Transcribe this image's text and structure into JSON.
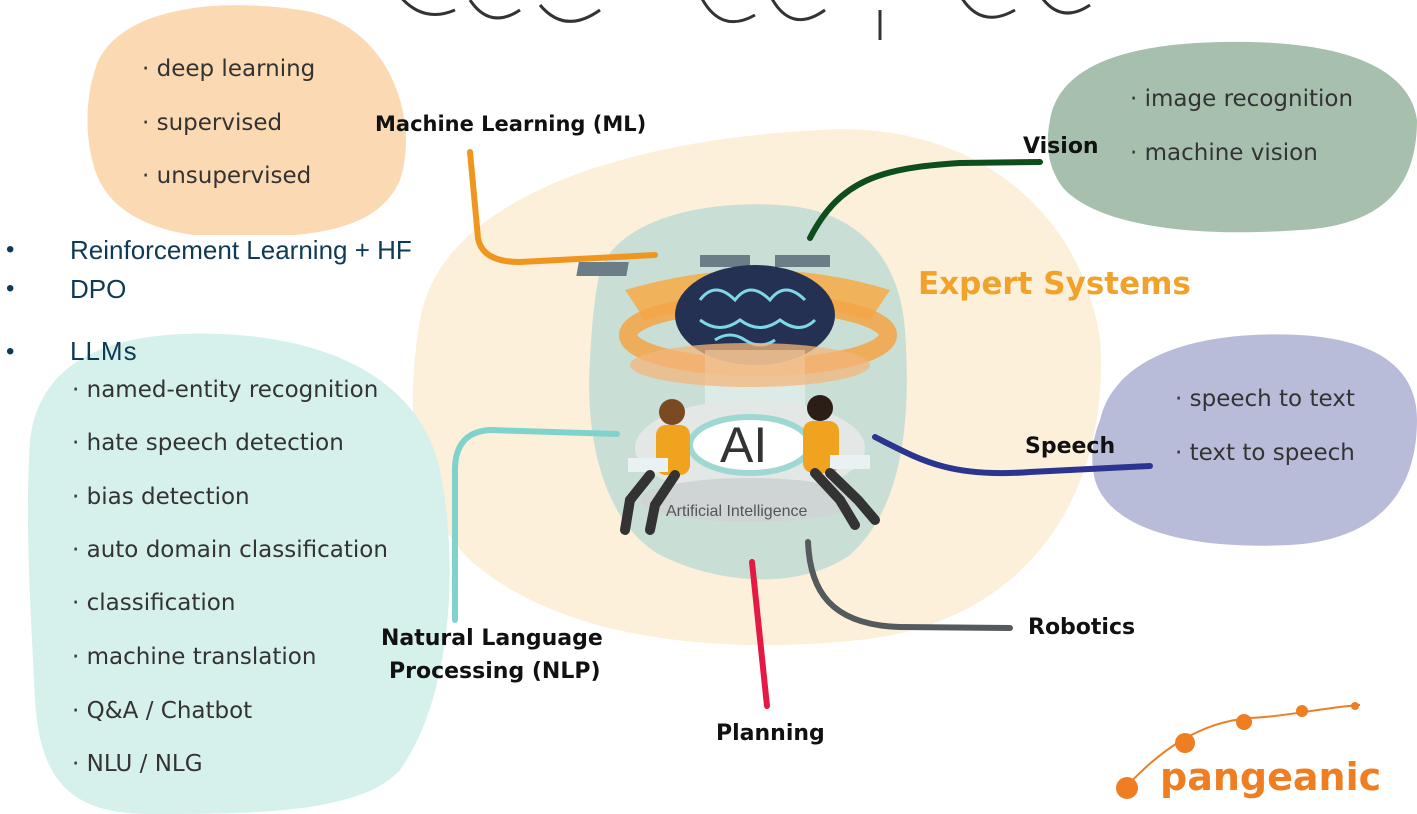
{
  "title_fragment": "...gig... ...p...",
  "ml": {
    "label": "Machine Learning (ML)",
    "items": [
      "· deep learning",
      "· supervised",
      "· unsupervised"
    ]
  },
  "vision": {
    "label": "Vision",
    "items": [
      "· image recognition",
      "· machine vision"
    ]
  },
  "expert_systems": {
    "label": "Expert Systems"
  },
  "speech": {
    "label": "Speech",
    "items": [
      "· speech to text",
      "· text to speech"
    ]
  },
  "robotics": {
    "label": "Robotics"
  },
  "planning": {
    "label": "Planning"
  },
  "nlp": {
    "label_line1": "Natural Language",
    "label_line2": "Processing (NLP)",
    "items": [
      "· named-entity recognition",
      "· hate speech detection",
      "· bias detection",
      "· auto domain classification",
      "· classification",
      "· machine translation",
      "· Q&A / Chatbot",
      "· NLU / NLG"
    ]
  },
  "slide_bullets": {
    "bullet_char": "•",
    "items": [
      "Reinforcement Learning + HF",
      "DPO",
      "LLMs"
    ]
  },
  "center": {
    "ai_label": "AI",
    "subtitle": "Artificial Intelligence"
  },
  "logo": {
    "text": "pangeanic"
  },
  "colors": {
    "ml_blob": "#fbd9b3",
    "vision_blob": "#a7c0ad",
    "expert_blob": "#fcf0da",
    "speech_blob": "#b8bcd9",
    "nlp_blob": "#d6f0ec",
    "center_blob": "#c9dfd6",
    "ml_line": "#f0961e",
    "vision_line": "#0e4d1c",
    "speech_line": "#2b3590",
    "robotics_line": "#555a5e",
    "planning_line": "#e51a44",
    "nlp_line": "#7fd3cc",
    "expert_text": "#f0a22b",
    "brand_orange": "#ef7d22",
    "slide_text": "#0f3a55"
  }
}
